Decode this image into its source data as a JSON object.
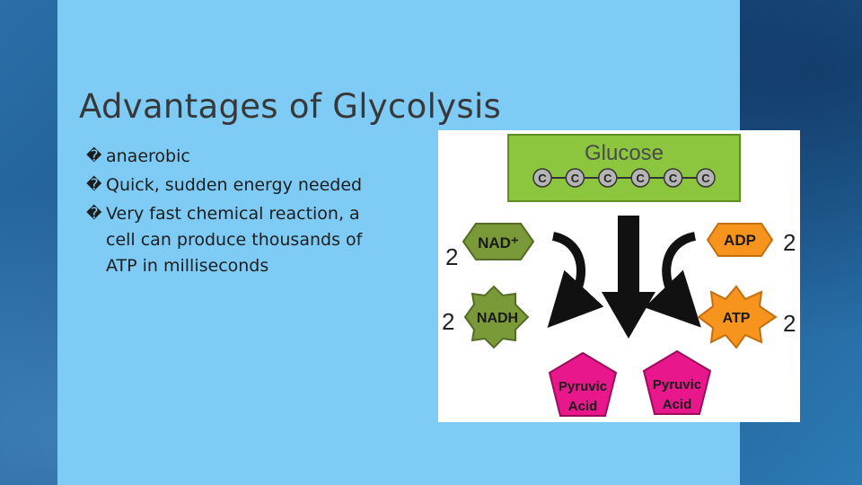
{
  "slide": {
    "title": "Advantages of Glycolysis",
    "bullet_marker": "�",
    "bullets": [
      "anaerobic",
      "Quick, sudden energy needed",
      "Very fast chemical reaction, a cell can produce thousands of ATP in milliseconds"
    ]
  },
  "diagram": {
    "glucose_label": "Glucose",
    "carbon_label": "C",
    "carbon_count": 6,
    "nad_label": "NAD⁺",
    "nadh_label": "NADH",
    "adp_label": "ADP",
    "atp_label": "ATP",
    "coef_nad": "2",
    "coef_nadh": "2",
    "coef_adp": "2",
    "coef_atp": "2",
    "product_word1": "Pyruvic",
    "product_word2": "Acid",
    "colors": {
      "glucose_fill": "#8cc63f",
      "nad_fill": "#7a9a3a",
      "adp_fill": "#f7941d",
      "pyruvic_fill": "#e8188c",
      "arrow": "#111111"
    }
  }
}
